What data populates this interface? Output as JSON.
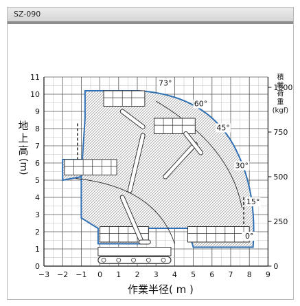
{
  "window": {
    "title": "SZ-090"
  },
  "diagram": {
    "y_axis_title_chars": [
      "地",
      "上",
      "高",
      "(m)"
    ],
    "x_axis_title": "作業半径( m )",
    "load_axis_title_chars": [
      "積",
      "載",
      "荷",
      "重",
      "(kgf)"
    ],
    "x_ticks": [
      "−3",
      "−2",
      "−1",
      "0",
      "1",
      "2",
      "3",
      "4",
      "5",
      "6",
      "7",
      "8",
      "9"
    ],
    "y_ticks": [
      "0",
      "1",
      "2",
      "3",
      "4",
      "5",
      "6",
      "7",
      "8",
      "9",
      "10",
      "11"
    ],
    "load_ticks": [
      "0",
      "250",
      "500",
      "750",
      "1000"
    ],
    "angle_labels": [
      "73°",
      "60°",
      "45°",
      "30°",
      "15°",
      "0°"
    ],
    "colors": {
      "envelope": "#2f6fb3",
      "grid": "#444444",
      "hatch": "#9a9a9a"
    }
  }
}
